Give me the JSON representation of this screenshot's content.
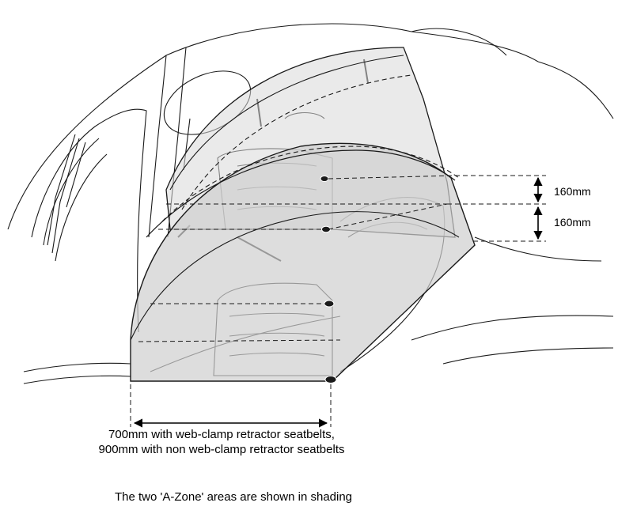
{
  "labels": {
    "height_upper": "160mm",
    "height_lower": "160mm",
    "width_note_line1": "700mm with web-clamp retractor seatbelts,",
    "width_note_line2": "900mm with non web-clamp retractor seatbelts",
    "caption": "The two 'A-Zone' areas are shown in shading"
  },
  "colors": {
    "shade": "#d9d9d9",
    "line": "#1a1a1a"
  }
}
